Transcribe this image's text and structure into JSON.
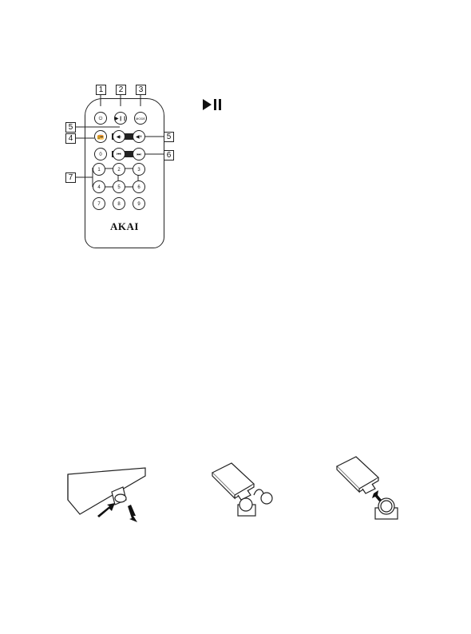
{
  "remote": {
    "brand": "AKAI",
    "callouts": [
      "1",
      "2",
      "3",
      "4",
      "5",
      "5",
      "6",
      "7"
    ],
    "buttons": {
      "power": "⏻",
      "play_pause": "▶❙❙",
      "mode": "MODE",
      "radio": "📻",
      "vol_down": "◀-",
      "vol_up": "◀+",
      "zero": "0",
      "prev": "⏮",
      "next": "⏭",
      "digits": [
        "1",
        "2",
        "3",
        "4",
        "5",
        "6",
        "7",
        "8",
        "9"
      ]
    }
  },
  "play_pause_symbol": "▶❙❙",
  "icons": [
    "play-pause-icon",
    "power-icon",
    "battery-icon",
    "arrow-icon"
  ]
}
